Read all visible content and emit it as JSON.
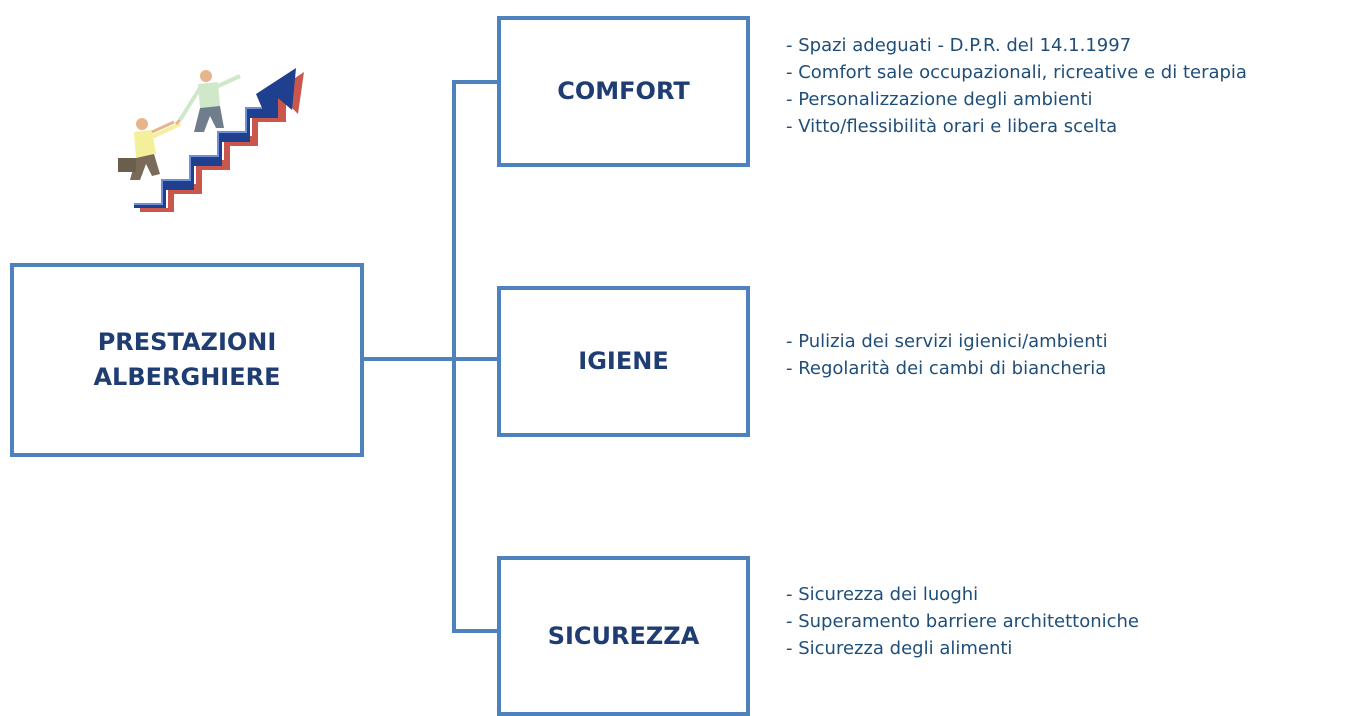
{
  "colors": {
    "connector": "#4f81bd",
    "box_border": "#4f81bd",
    "box_text": "#1f3d73",
    "bullet_text": "#1f4e79",
    "arrow": "#1f3f8f"
  },
  "root": {
    "line1": "PRESTAZIONI",
    "line2": "ALBERGHIERE"
  },
  "branches": [
    {
      "label": "COMFORT",
      "items": [
        "Spazi adeguati - D.P.R. del 14.1.1997",
        "Comfort sale occupazionali, ricreative e di terapia",
        "Personalizzazione degli ambienti",
        "Vitto/flessibilità orari e libera scelta"
      ]
    },
    {
      "label": "IGIENE",
      "items": [
        "Pulizia dei servizi igienici/ambienti",
        "Regolarità dei cambi di biancheria"
      ]
    },
    {
      "label": "SICUREZZA",
      "items": [
        "Sicurezza dei luoghi",
        "Superamento barriere architettoniche",
        "Sicurezza degli alimenti"
      ]
    }
  ],
  "illustration": {
    "icon": "clipart-people-climbing-stair-arrow-icon"
  }
}
